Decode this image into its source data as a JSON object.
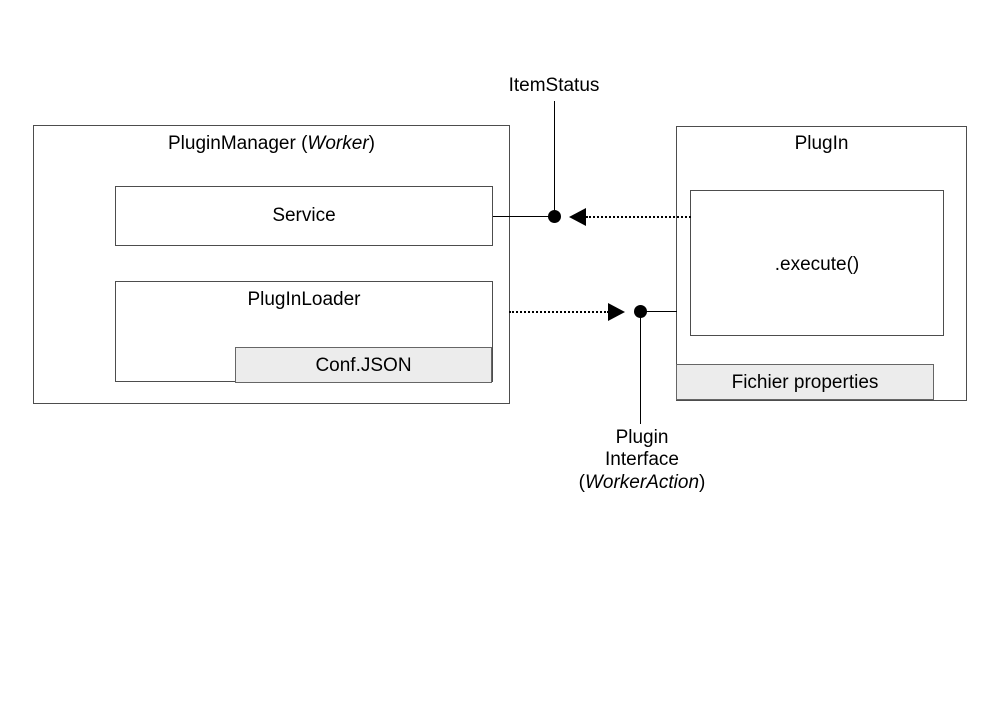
{
  "diagram": {
    "title_text": "",
    "components": {
      "plugin_manager": {
        "title_prefix": "PluginManager (",
        "title_emphasis": "Worker",
        "title_suffix": ")",
        "children": {
          "service": {
            "label": "Service"
          },
          "plugin_loader": {
            "label": "PlugInLoader"
          },
          "conf_json": {
            "label": "Conf.JSON"
          }
        }
      },
      "plugin": {
        "title": "PlugIn",
        "children": {
          "execute": {
            "label": ".execute()"
          },
          "properties_file": {
            "label": "Fichier properties"
          }
        }
      }
    },
    "connectors": {
      "item_status": {
        "label": "ItemStatus",
        "direction": "plugin-to-service",
        "style": "dotted-arrow"
      },
      "plugin_interface": {
        "line1": "Plugin",
        "line2": "Interface",
        "line3_prefix": "(",
        "line3_emphasis": "WorkerAction",
        "line3_suffix": ")",
        "direction": "loader-to-plugin",
        "style": "dotted-arrow"
      }
    },
    "colors": {
      "stroke": "#4d4d4d",
      "line": "#000000",
      "fill_white": "#ffffff",
      "fill_gray": "#ececec",
      "background": "#ffffff"
    }
  }
}
